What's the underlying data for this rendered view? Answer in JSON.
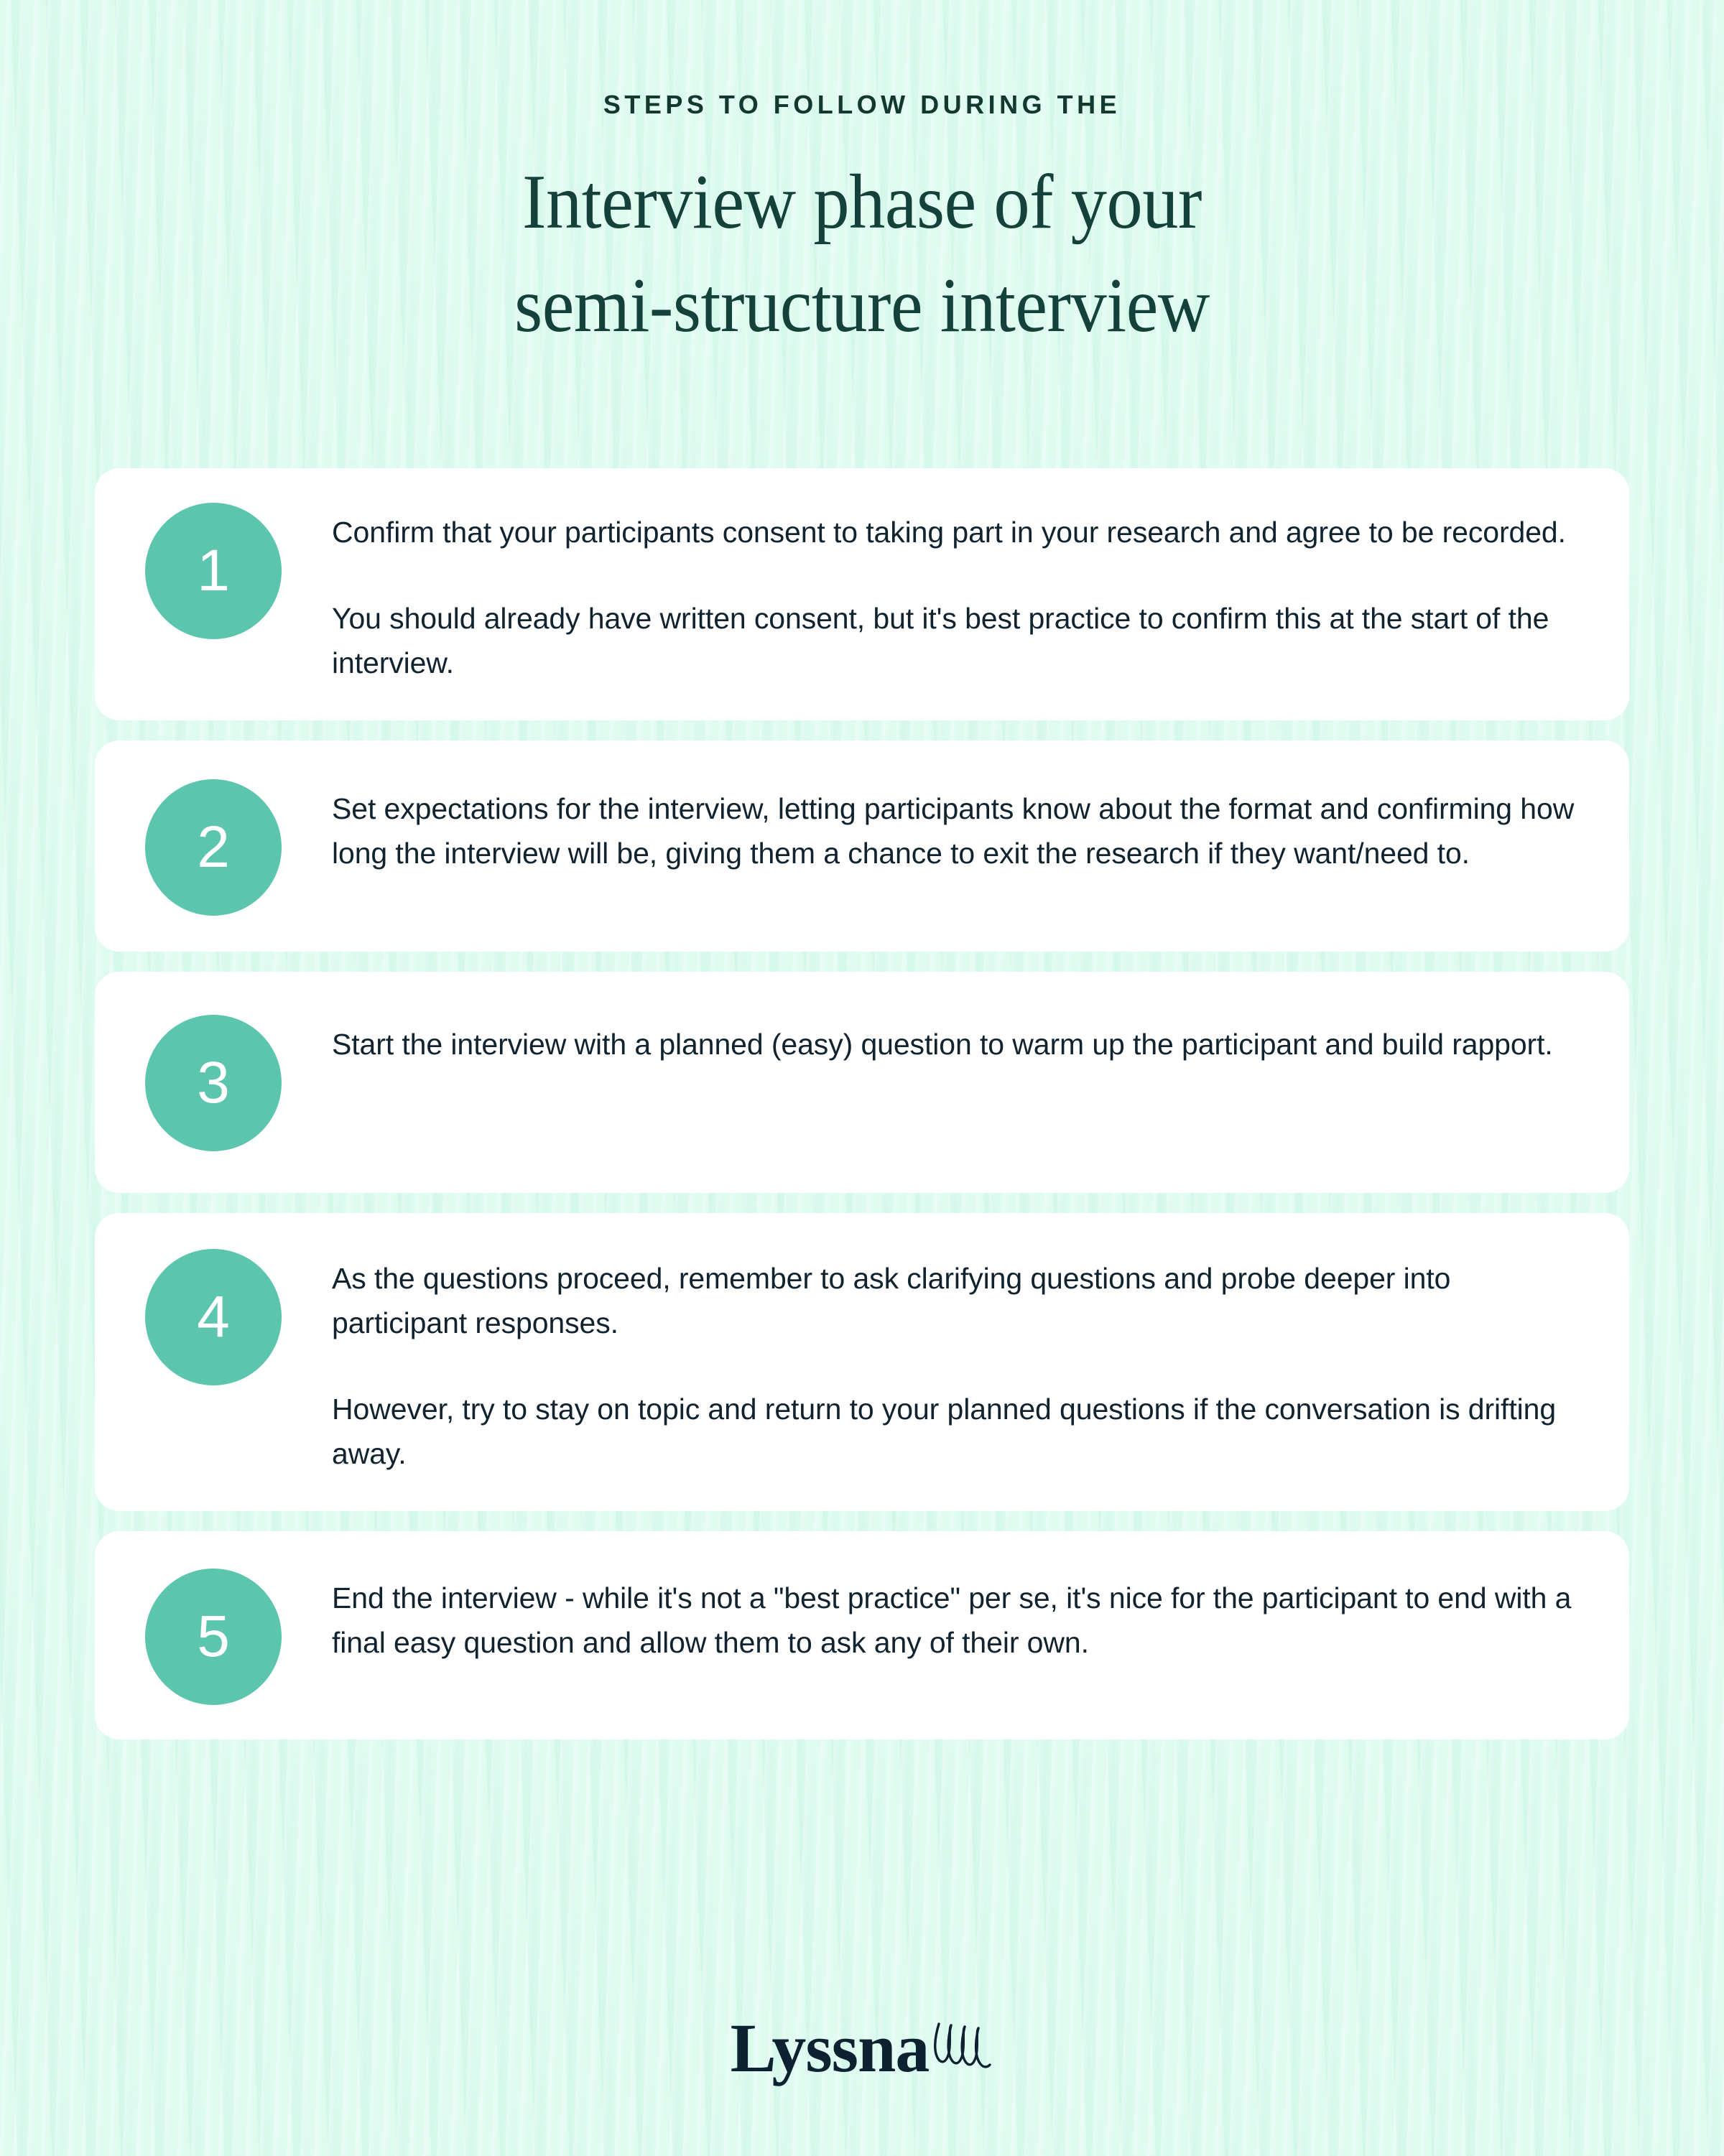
{
  "colors": {
    "background": "#dffbf0",
    "card": "#ffffff",
    "badge": "#5cc5ae",
    "badge_text": "#ffffff",
    "heading": "#14413a",
    "eyebrow": "#12382f",
    "body_text": "#10232f",
    "logo": "#0d2230"
  },
  "header": {
    "eyebrow": "STEPS TO FOLLOW DURING THE",
    "title_line_1": "Interview phase of your",
    "title_line_2": "semi-structure interview"
  },
  "steps": [
    {
      "number": "1",
      "paragraphs": [
        "Confirm that your participants consent to taking part in your research and agree to be recorded.",
        "You should already have written consent, but it's best practice to confirm this at the start of the interview."
      ]
    },
    {
      "number": "2",
      "paragraphs": [
        "Set expectations for the interview, letting participants know about the format and confirming how long the interview will be, giving them a chance to exit the research if they want/need to."
      ]
    },
    {
      "number": "3",
      "paragraphs": [
        "Start the interview with a planned (easy) question to warm up the participant and build rapport."
      ]
    },
    {
      "number": "4",
      "paragraphs": [
        "As the questions proceed, remember to ask clarifying questions and probe deeper into participant responses.",
        "However, try to stay on topic and return to your planned questions if the conversation is drifting away."
      ]
    },
    {
      "number": "5",
      "paragraphs": [
        "End the interview - while it's not a \"best practice\" per se, it's nice for the participant to end with a final easy question and allow them to ask any of their own."
      ]
    }
  ],
  "footer": {
    "logo_text": "Lyssna",
    "logo_mark": "squiggle-loops-icon"
  }
}
